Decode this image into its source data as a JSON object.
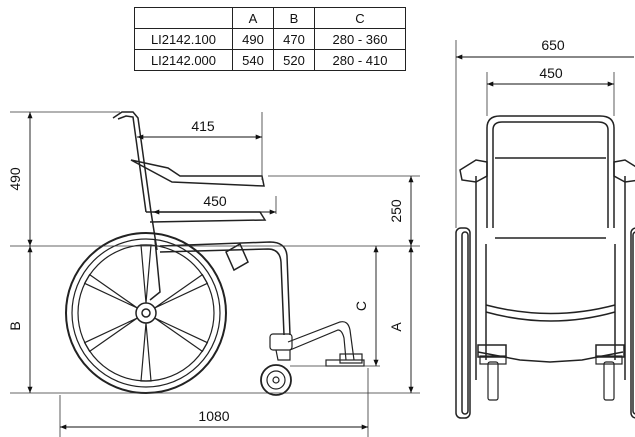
{
  "table": {
    "headers": [
      "",
      "A",
      "B",
      "C"
    ],
    "rows": [
      [
        "LI2142.100",
        "490",
        "470",
        "280 - 360"
      ],
      [
        "LI2142.000",
        "540",
        "520",
        "280 - 410"
      ]
    ]
  },
  "side_view": {
    "dim_415": "415",
    "dim_450": "450",
    "dim_490": "490",
    "dim_250": "250",
    "dim_b": "B",
    "dim_c": "C",
    "dim_a": "A",
    "dim_1080": "1080"
  },
  "front_view": {
    "dim_650": "650",
    "dim_450": "450"
  }
}
